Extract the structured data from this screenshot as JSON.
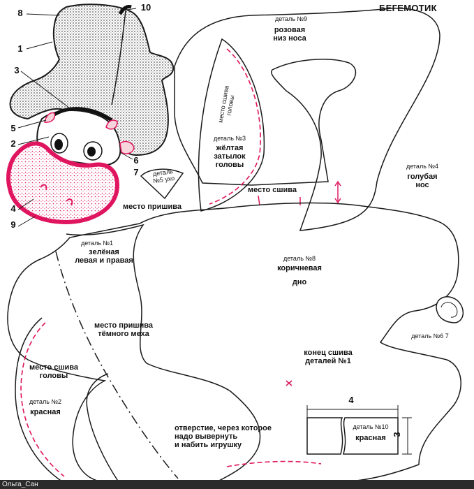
{
  "title": "БЕГЕМОТИК",
  "watermark": "Ольга_Сан",
  "colors": {
    "outline": "#1a1a1a",
    "accent": "#e0155f",
    "fur": "#bdbdbd",
    "skin": "#f6d5dc"
  },
  "illustration_numbers": [
    "1",
    "2",
    "3",
    "4",
    "5",
    "6",
    "7",
    "8",
    "9",
    "10"
  ],
  "labels": {
    "ear": "деталь\n№5 ухо",
    "sew_attach_1": "место пришива",
    "sew_seam": "место сшива",
    "p9_title": "деталь №9",
    "p9_color": "розовая\nниз носа",
    "p3_sew": "место сшива\nголовы",
    "p3_title": "деталь №3",
    "p3_color": "жёлтая\nзатылок\nголовы",
    "p4_title": "деталь №4",
    "p4_color": "голубая\nнос",
    "p1_title": "деталь №1",
    "p1_color": "зелёная\nлевая и правая",
    "p8_title": "деталь №8",
    "p8_color": "коричневая",
    "p8_sub": "дно",
    "dark_fur": "место пришива\nтёмного меха",
    "seam_end": "конец сшива\nдеталей №1",
    "p67": "деталь №6 7",
    "head_sew": "место сшива\nголовы",
    "p2_title": "деталь №2",
    "p2_color": "красная",
    "opening": "отверстие, через которое\nнадо вывернуть\nи набить игрушку",
    "p10_title": "деталь №10",
    "p10_color": "красная",
    "dim_w": "4",
    "dim_h": "3"
  }
}
